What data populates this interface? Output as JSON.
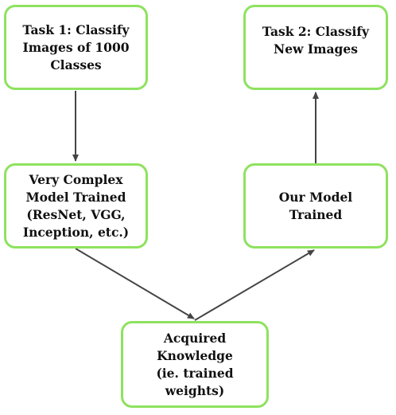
{
  "colors": {
    "node_border": "#8ee25f",
    "arrow": "#444444",
    "text": "#111111",
    "background": "#ffffff"
  },
  "nodes": {
    "task1": {
      "lines": [
        "Task 1: Classify",
        "Images of 1000",
        "Classes"
      ]
    },
    "task2": {
      "lines": [
        "Task 2: Classify",
        "New Images"
      ]
    },
    "complex_model": {
      "lines": [
        "Very Complex",
        "Model Trained",
        "(ResNet, VGG,",
        "Inception, etc.)"
      ]
    },
    "our_model": {
      "lines": [
        "Our Model",
        "Trained"
      ]
    },
    "knowledge": {
      "lines": [
        "Acquired",
        "Knowledge",
        "(ie. trained",
        "weights)"
      ]
    }
  },
  "edges": [
    {
      "from": "task1",
      "to": "complex_model"
    },
    {
      "from": "complex_model",
      "to": "knowledge"
    },
    {
      "from": "knowledge",
      "to": "our_model"
    },
    {
      "from": "our_model",
      "to": "task2"
    }
  ]
}
